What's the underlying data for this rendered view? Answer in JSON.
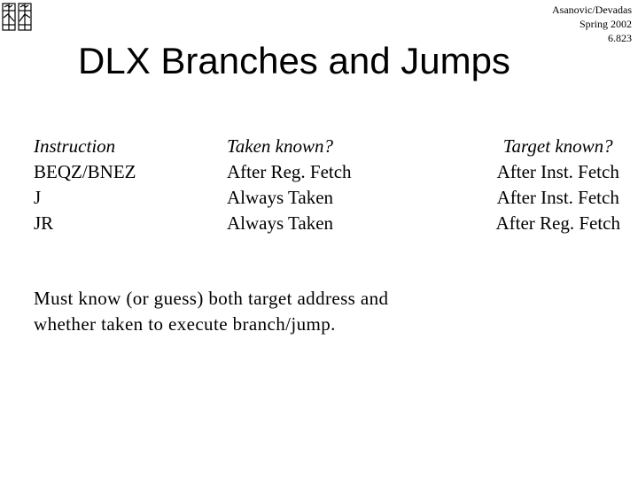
{
  "header": {
    "author": "Asanovic/Devadas",
    "term": "Spring 2002",
    "course": "6.823"
  },
  "title": "DLX Branches and Jumps",
  "table": {
    "columns": [
      {
        "heading": "Instruction",
        "rows": [
          "BEQZ/BNEZ",
          "J",
          "JR"
        ]
      },
      {
        "heading": "Taken known?",
        "rows": [
          "After Reg. Fetch",
          "Always Taken",
          "Always Taken"
        ]
      },
      {
        "heading": "Target known?",
        "rows": [
          "After Inst. Fetch",
          "After Inst. Fetch",
          "After Reg. Fetch"
        ]
      }
    ]
  },
  "note": {
    "line1": "Must know (or guess) both target address and",
    "line2": "whether taken to execute branch/jump."
  }
}
